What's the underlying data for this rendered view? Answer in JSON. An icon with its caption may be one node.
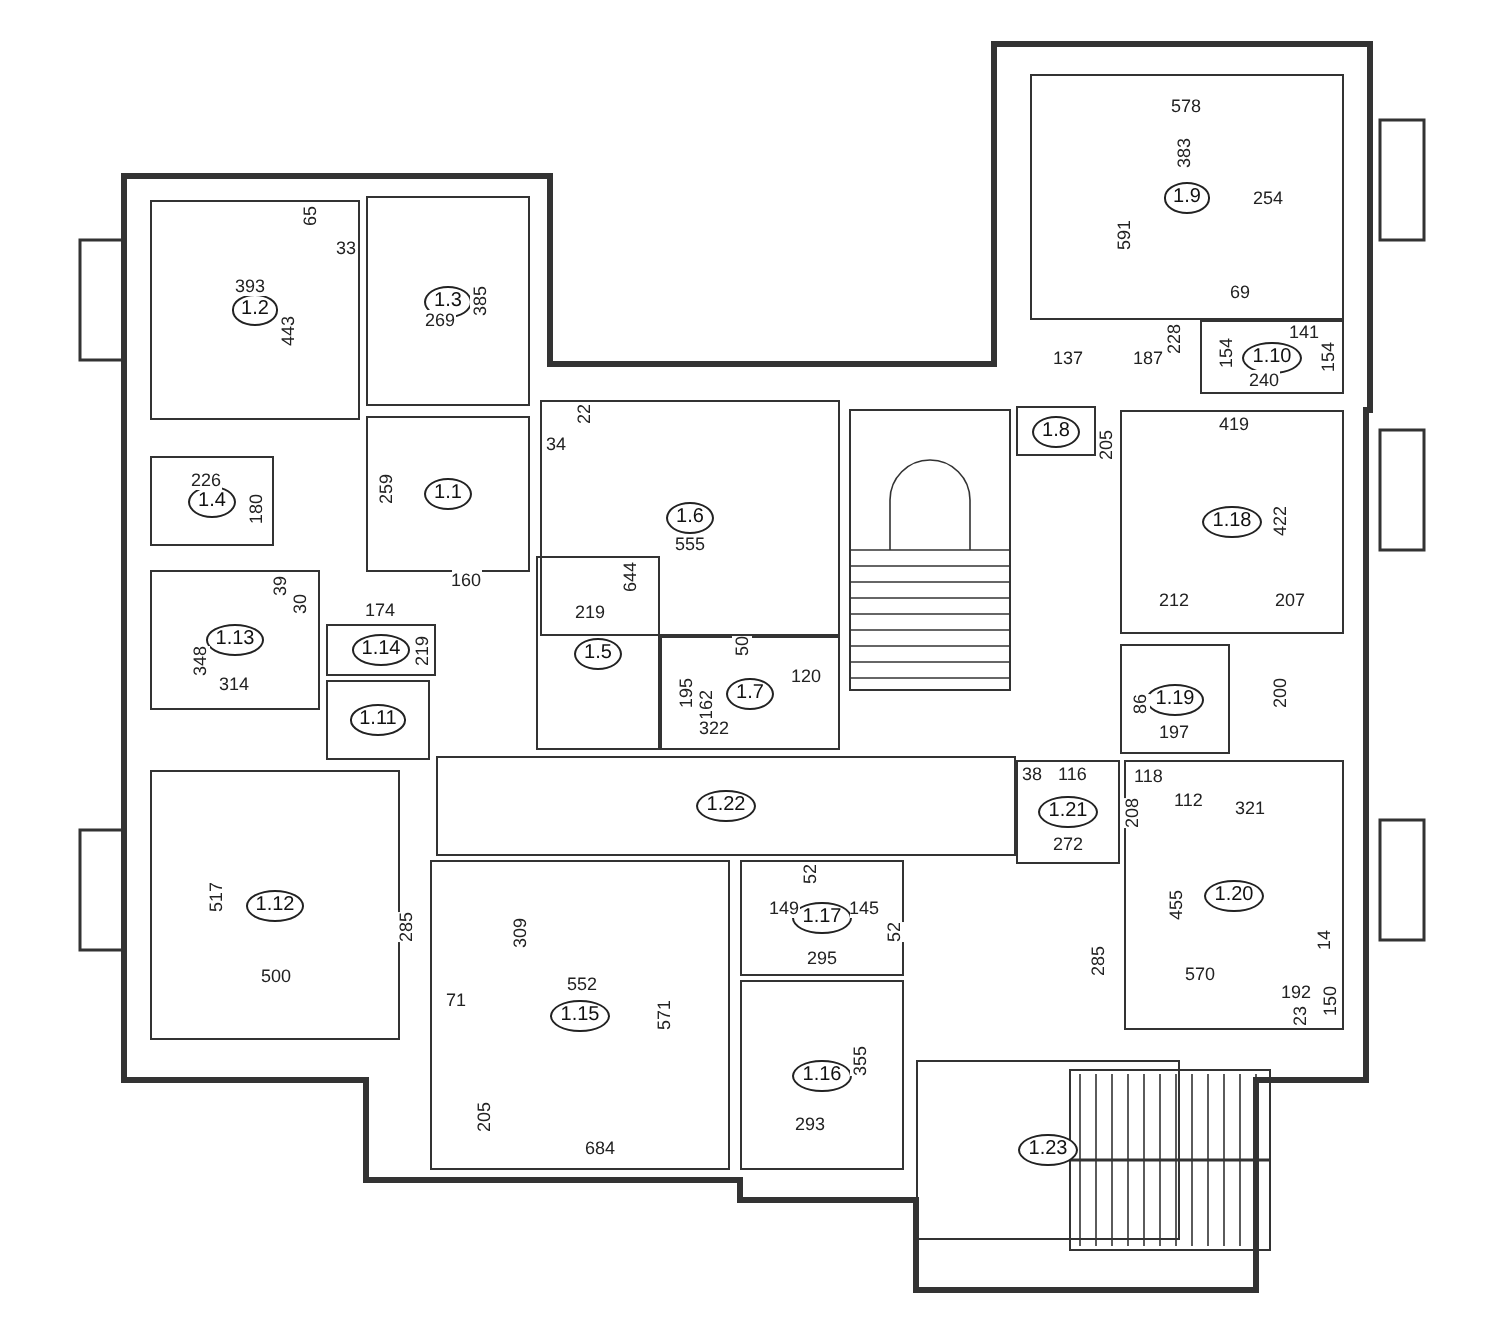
{
  "diagram": {
    "nodes": [
      {
        "text": [
          "1.1"
        ]
      },
      {
        "text": [
          "1.2"
        ]
      },
      {
        "text": [
          "1.3"
        ]
      },
      {
        "text": [
          "1.4"
        ]
      },
      {
        "text": [
          "1.5"
        ]
      },
      {
        "text": [
          "1.6"
        ]
      },
      {
        "text": [
          "1.7"
        ]
      },
      {
        "text": [
          "1.8"
        ]
      },
      {
        "text": [
          "1.9"
        ]
      },
      {
        "text": [
          "1.10"
        ]
      },
      {
        "text": [
          "1.11"
        ]
      },
      {
        "text": [
          "1.12"
        ]
      },
      {
        "text": [
          "1.13"
        ]
      },
      {
        "text": [
          "1.14"
        ]
      },
      {
        "text": [
          "1.15"
        ]
      },
      {
        "text": [
          "1.16"
        ]
      },
      {
        "text": [
          "1.17"
        ]
      },
      {
        "text": [
          "1.18"
        ]
      },
      {
        "text": [
          "1.19"
        ]
      },
      {
        "text": [
          "1.20"
        ]
      },
      {
        "text": [
          "1.21"
        ]
      },
      {
        "text": [
          "1.22"
        ]
      },
      {
        "text": [
          "1.23"
        ]
      }
    ],
    "labels": [
      "578",
      "383",
      "254",
      "65",
      "591",
      "33",
      "393",
      "69",
      "385",
      "269",
      "443",
      "141",
      "228",
      "154",
      "154",
      "137",
      "187",
      "240",
      "22",
      "419",
      "34",
      "205",
      "226",
      "259",
      "180",
      "422",
      "555",
      "160",
      "644",
      "39",
      "212",
      "207",
      "30",
      "219",
      "219",
      "174",
      "50",
      "348",
      "314",
      "120",
      "197",
      "195",
      "200",
      "86",
      "162",
      "322",
      "38",
      "116",
      "118",
      "112",
      "272",
      "321",
      "208",
      "52",
      "517",
      "455",
      "149",
      "145",
      "285",
      "309",
      "295",
      "52",
      "14",
      "500",
      "285",
      "570",
      "552",
      "192",
      "150",
      "71",
      "571",
      "23",
      "355",
      "293",
      "205",
      "684"
    ]
  }
}
